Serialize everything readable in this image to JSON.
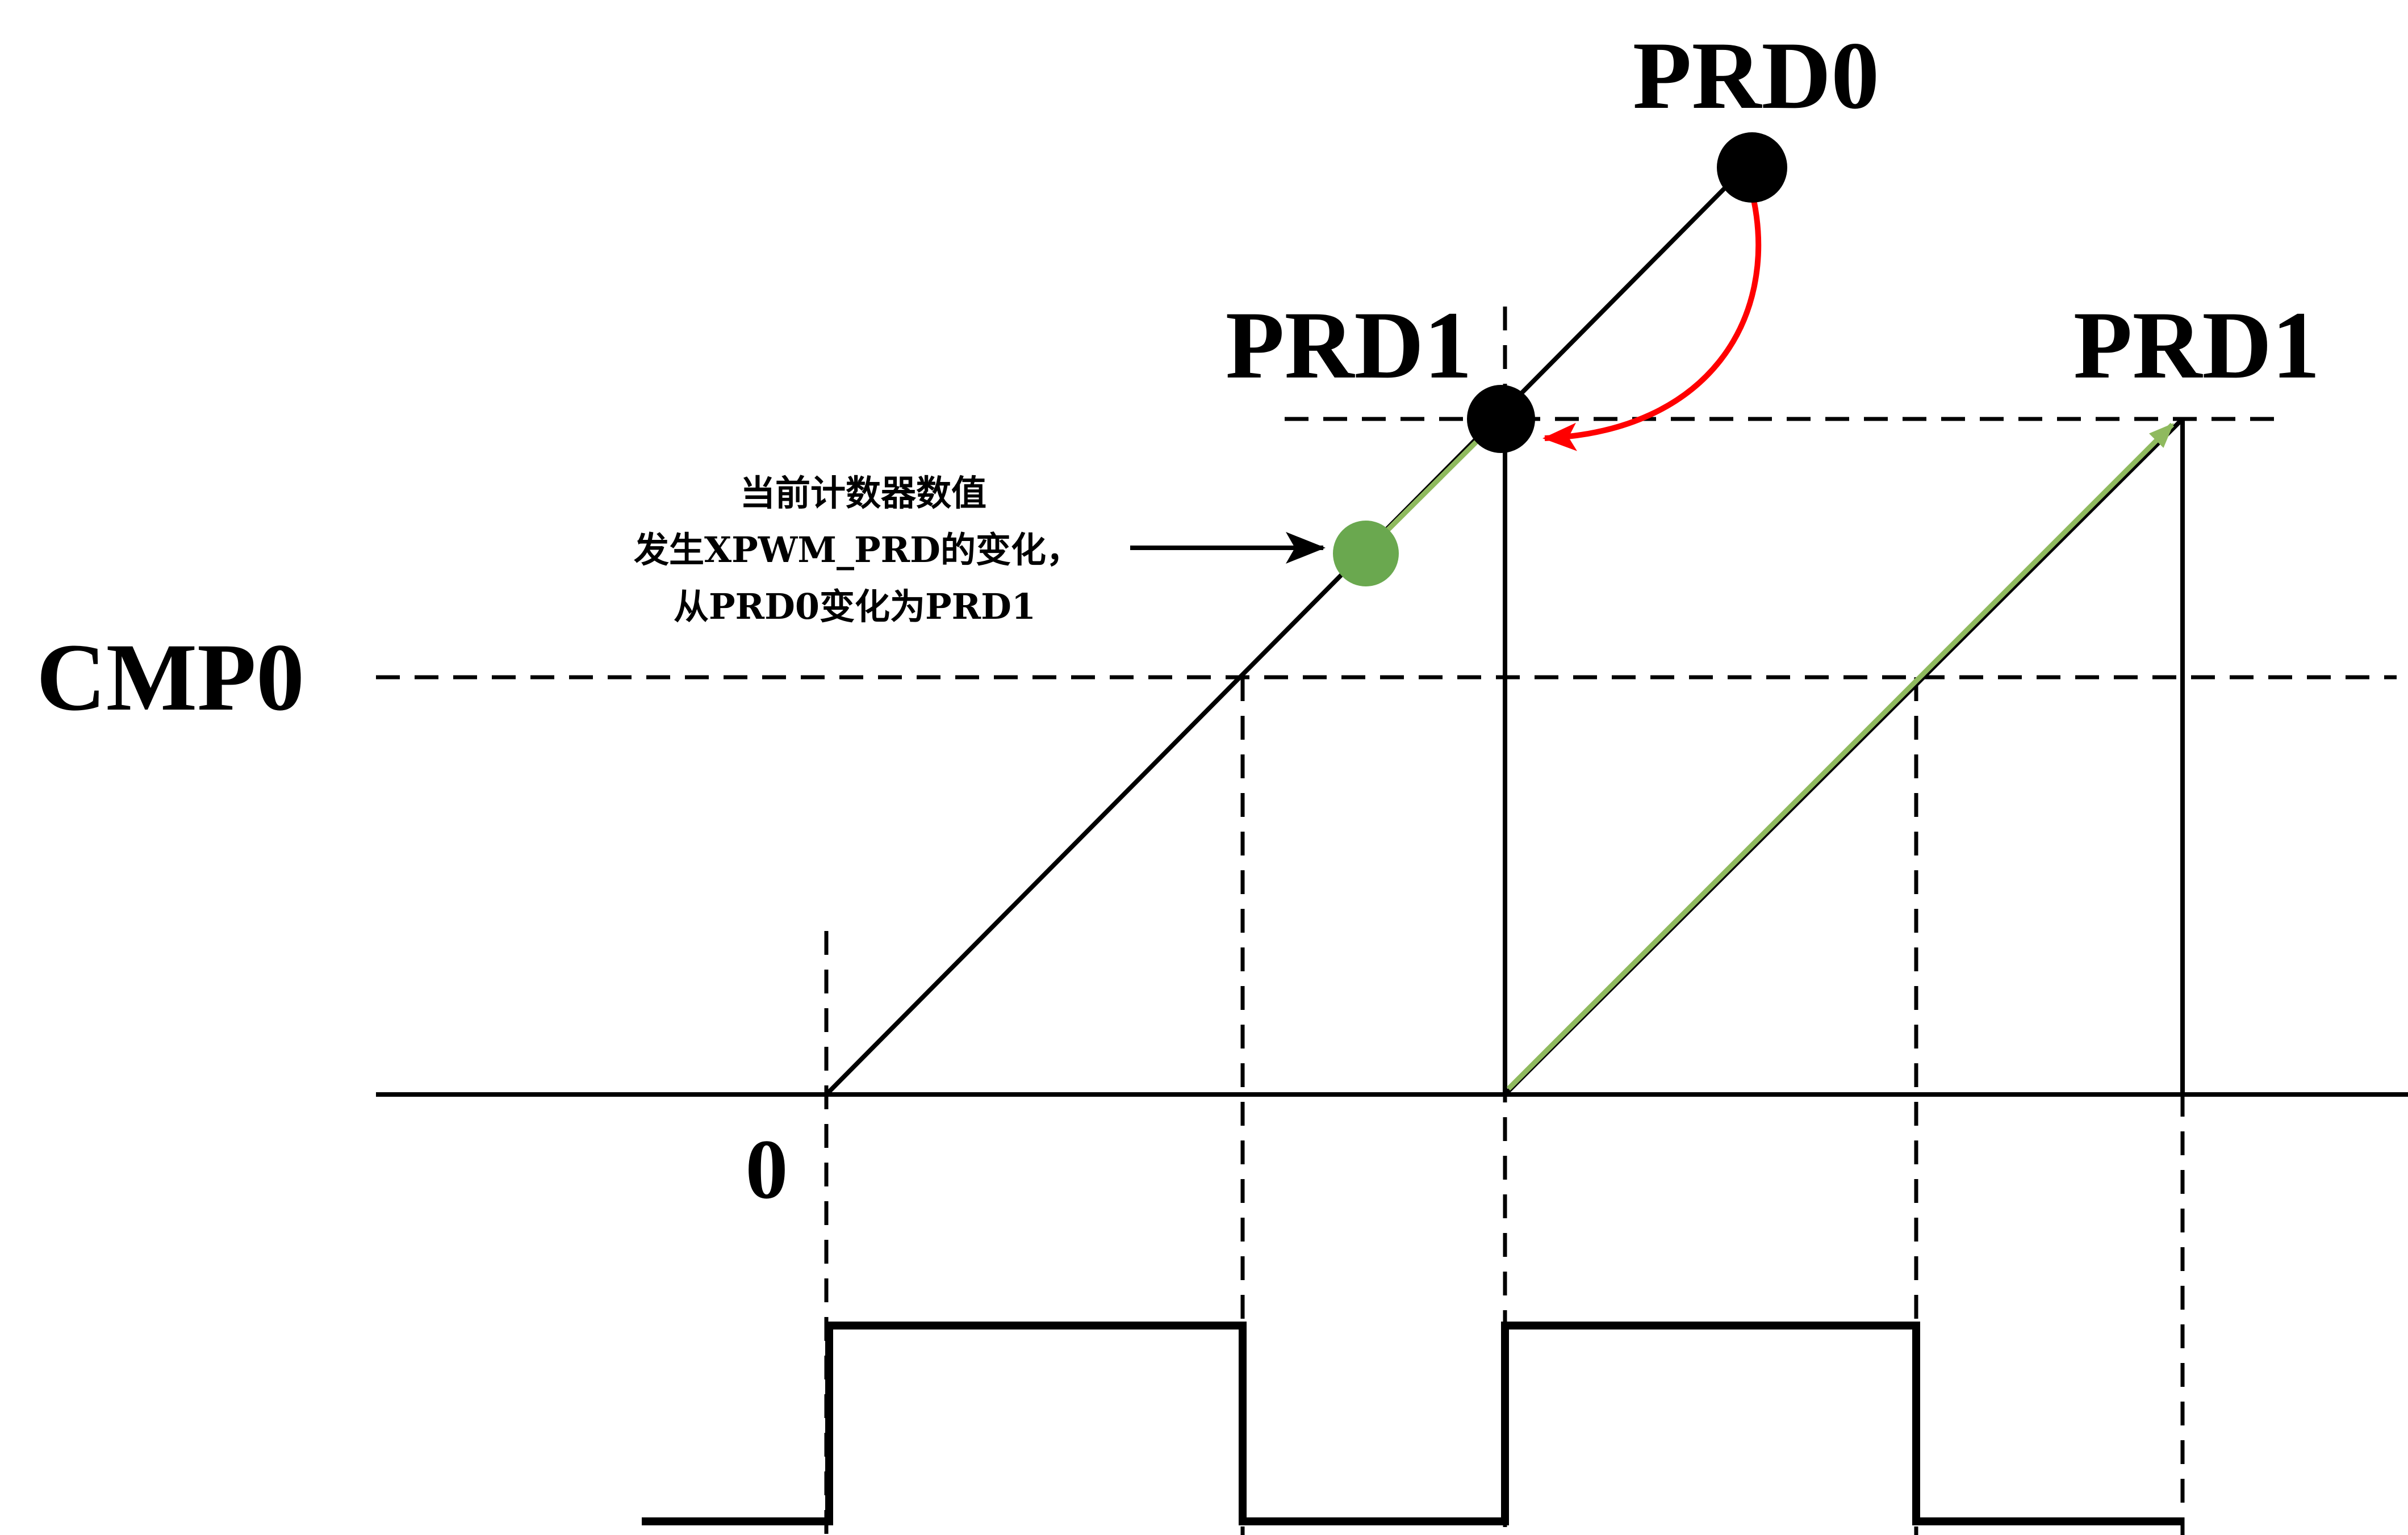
{
  "labels": {
    "prd0": "PRD0",
    "prd1_left": "PRD1",
    "prd1_right": "PRD1",
    "cmp0": "CMP0",
    "zero": "0"
  },
  "annotation": {
    "line1": "当前计数器数值",
    "line2": "发生XPWM_PRD的变化，",
    "line3": "从PRD0变化为PRD1"
  },
  "colors": {
    "ink": "#000000",
    "green_arrow": "#8fba5e",
    "green_dot": "#6aa84f",
    "red_arrow": "#ff0000"
  }
}
